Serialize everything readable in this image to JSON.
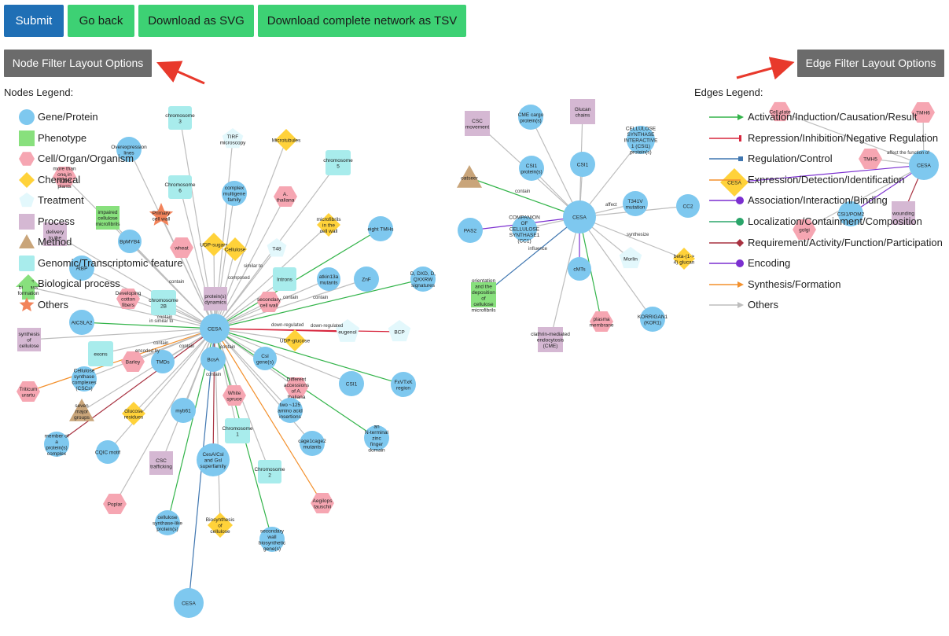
{
  "toolbar": {
    "submit": "Submit",
    "go_back": "Go back",
    "download_svg": "Download as SVG",
    "download_tsv": "Download complete network as TSV"
  },
  "layout_buttons": {
    "node_filter": "Node Filter Layout Options",
    "edge_filter": "Edge Filter Layout Options"
  },
  "nodes_legend": {
    "title": "Nodes Legend:",
    "items": [
      {
        "label": "Gene/Protein",
        "shape": "circle",
        "color": "#7ec8ef"
      },
      {
        "label": "Phenotype",
        "shape": "square",
        "color": "#88e07d"
      },
      {
        "label": "Cell/Organ/Organism",
        "shape": "hexagon",
        "color": "#f6a6b2"
      },
      {
        "label": "Chemical",
        "shape": "diamond",
        "color": "#ffd23a"
      },
      {
        "label": "Treatment",
        "shape": "pentagon",
        "color": "#e3f8fc"
      },
      {
        "label": "Process",
        "shape": "square",
        "color": "#d5b8d3"
      },
      {
        "label": "Method",
        "shape": "triangle",
        "color": "#c9a57a"
      },
      {
        "label": "Genomic/Transcriptomic feature",
        "shape": "rounded-square",
        "color": "#a8ecec"
      },
      {
        "label": "Biological process",
        "shape": "arrow-up",
        "color": "#88e07d"
      },
      {
        "label": "Others",
        "shape": "star",
        "color": "#f2835a"
      }
    ]
  },
  "edges_legend": {
    "title": "Edges Legend:",
    "items": [
      {
        "label": "Activation/Induction/Causation/Result",
        "color": "#33b44a",
        "marker": "arrow"
      },
      {
        "label": "Repression/Inhibition/Negative Regulation",
        "color": "#d7263d",
        "marker": "bar"
      },
      {
        "label": "Regulation/Control",
        "color": "#3f76b0",
        "marker": "square"
      },
      {
        "label": "Expression/Detection/Identification",
        "color": "#f3902c",
        "marker": "line"
      },
      {
        "label": "Association/Interaction/Binding",
        "color": "#7b2fd0",
        "marker": "dot"
      },
      {
        "label": "Localization/Containment/Composition",
        "color": "#2aa56a",
        "marker": "dot"
      },
      {
        "label": "Requirement/Activity/Function/Participation",
        "color": "#a83241",
        "marker": "diamond"
      },
      {
        "label": "Encoding",
        "color": "#7b2fd0",
        "marker": "dot"
      },
      {
        "label": "Synthesis/Formation",
        "color": "#f3902c",
        "marker": "arrow"
      },
      {
        "label": "Others",
        "color": "#bdbdbd",
        "marker": "arrow"
      }
    ]
  },
  "network1": {
    "center_label": "CESA",
    "nodes": [
      {
        "label": "chromosome 3"
      },
      {
        "label": "TIRF microscopy"
      },
      {
        "label": "Microtubules"
      },
      {
        "label": "chromosome 5"
      },
      {
        "label": "Overexpression lines"
      },
      {
        "label": "Chromosome 6"
      },
      {
        "label": "complex multigene family"
      },
      {
        "label": "A. thaliana"
      },
      {
        "label": "more than one in higher plants"
      },
      {
        "label": "impaired cellulose microfibrils"
      },
      {
        "label": "Primary cell wall"
      },
      {
        "label": "wheat"
      },
      {
        "label": "UDP-sugars"
      },
      {
        "label": "Cellulose"
      },
      {
        "label": "T48"
      },
      {
        "label": "microfibrils in the cell wall"
      },
      {
        "label": "eight TMHs"
      },
      {
        "label": "delivery to the"
      },
      {
        "label": "BpMYB4"
      },
      {
        "label": "AtBP"
      },
      {
        "label": "Developing cotton fibers"
      },
      {
        "label": "chromosome 2B"
      },
      {
        "label": "protein(s) dynamics"
      },
      {
        "label": "Introns"
      },
      {
        "label": "atkin13a mutants"
      },
      {
        "label": "ZnF"
      },
      {
        "label": "D, DXD, D, QXXRW signatures"
      },
      {
        "label": "secondary cell wall"
      },
      {
        "label": "plant biomass formation"
      },
      {
        "label": "AtCSLA2"
      },
      {
        "label": "eugenol"
      },
      {
        "label": "BCP"
      },
      {
        "label": "synthesis of cellulose"
      },
      {
        "label": "UDP-glucose"
      },
      {
        "label": "exons"
      },
      {
        "label": "Barley"
      },
      {
        "label": "TMDs"
      },
      {
        "label": "BcsA"
      },
      {
        "label": "Csl gene(s)"
      },
      {
        "label": "Different accessions of A. thaliana"
      },
      {
        "label": "CSI1"
      },
      {
        "label": "FxVTxK region"
      },
      {
        "label": "Triticum urartu"
      },
      {
        "label": "Cellulose synthase complexes (CSCs)"
      },
      {
        "label": "seven major groups"
      },
      {
        "label": "Glucose residues"
      },
      {
        "label": "White spruce"
      },
      {
        "label": "two ~125 amino acid insertions"
      },
      {
        "label": "myb61"
      },
      {
        "label": "member of a protein(s) complex"
      },
      {
        "label": "CQIC motif"
      },
      {
        "label": "CSC trafficking"
      },
      {
        "label": "CesA/Csl and Gsl superfamily"
      },
      {
        "label": "Chromosome 1"
      },
      {
        "label": "cage1cage2 mutants"
      },
      {
        "label": "an N-terminal zinc finger domain"
      },
      {
        "label": "Chromosome 2"
      },
      {
        "label": "Poplar"
      },
      {
        "label": "Aegilops tauschii"
      },
      {
        "label": "cellulose synthase-like protein(s)"
      },
      {
        "label": "Biosynthesis of cellulose"
      },
      {
        "label": "secondary wall biosynthetic gene(s)"
      },
      {
        "label": "CESA"
      }
    ],
    "edge_labels": [
      "contain",
      "in similar to",
      "down-regulated",
      "down-regulated",
      "composed",
      "contain",
      "contain",
      "contain",
      "encoded by",
      "contain",
      "contain",
      "similar to",
      "contain",
      "contain"
    ]
  },
  "network2": {
    "center_label": "CESA",
    "nodes": [
      {
        "label": "CSC movement"
      },
      {
        "label": "CME cargo protein(s)"
      },
      {
        "label": "Glucan chains"
      },
      {
        "label": "CELLULOSE SYNTHASE INTERACTIVE 1 (CSI1) protein(s)"
      },
      {
        "label": "oatseer"
      },
      {
        "label": "CSI1 protein(s)"
      },
      {
        "label": "CSI1"
      },
      {
        "label": "T341V mutation"
      },
      {
        "label": "CC2"
      },
      {
        "label": "PAS2"
      },
      {
        "label": "COMPANION OF CELLULOSE SYNTHASE1 (CC1)"
      },
      {
        "label": "Morlin"
      },
      {
        "label": "beta-(1-> 4) glucan"
      },
      {
        "label": "orientation and the deposition of cellulose microfibrils"
      },
      {
        "label": "cMTs"
      },
      {
        "label": "clathrin-mediated endocytosis (CME)"
      },
      {
        "label": "plasma membrane"
      },
      {
        "label": "KORRIGAN1 (KOR1)"
      }
    ],
    "edge_labels": [
      "contain",
      "affect",
      "synthesize",
      "influence"
    ]
  },
  "network3": {
    "center_label": "CESA",
    "nodes": [
      {
        "label": "Cell plate"
      },
      {
        "label": "TMH6"
      },
      {
        "label": "TMH5"
      },
      {
        "label": "CESA"
      },
      {
        "label": "golgi"
      },
      {
        "label": "CSI1/POM2"
      },
      {
        "label": "wounding"
      }
    ],
    "edge_labels": [
      "affect the function of"
    ]
  }
}
